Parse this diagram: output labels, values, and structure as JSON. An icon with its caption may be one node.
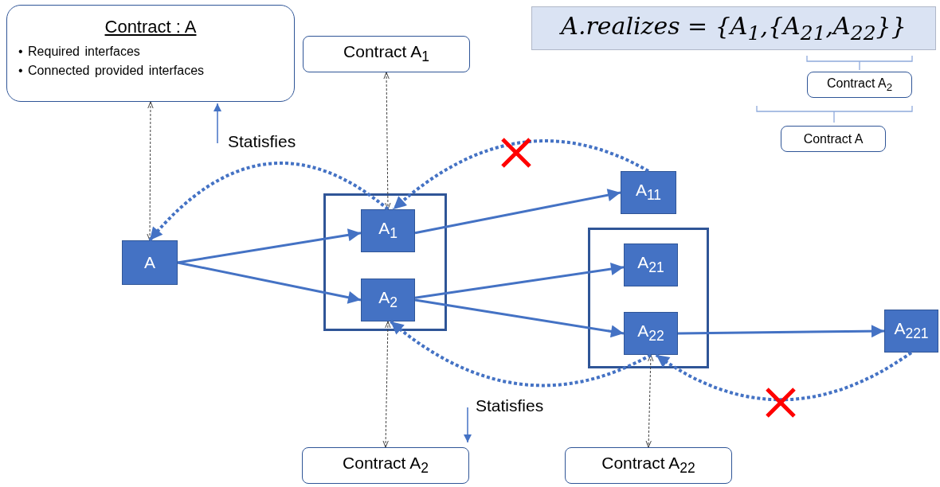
{
  "diagram": {
    "nodes": [
      {
        "text": [
          "Contract : A",
          "• Required interfaces",
          "• Connected provided interfaces"
        ]
      },
      {
        "text": [
          "Contract A$_{1}$"
        ]
      },
      {
        "text": [
          "A.realizes = {A$_{1}$,{A$_{21}$,A$_{22}$}}"
        ]
      },
      {
        "text": [
          "Contract A$_{2}$"
        ]
      },
      {
        "text": [
          "Contract A"
        ]
      },
      {
        "text": [
          "A"
        ]
      },
      {
        "text": [],
        "shape": "box"
      },
      {
        "text": [
          "A$_{1}$"
        ],
        "in": 6
      },
      {
        "text": [
          "A$_{2}$"
        ],
        "in": 6
      },
      {
        "text": [
          "A$_{11}$"
        ]
      },
      {
        "text": [],
        "shape": "box"
      },
      {
        "text": [
          "A$_{21}$"
        ],
        "in": 10
      },
      {
        "text": [
          "A$_{22}$"
        ],
        "in": 10
      },
      {
        "text": [
          "A$_{221}$"
        ]
      },
      {
        "text": [
          "Contract A$_{2}$"
        ]
      },
      {
        "text": [
          "Contract A$_{22}$"
        ]
      }
    ],
    "edges": [
      {
        "from": 5,
        "to": 7,
        "arrow": "to"
      },
      {
        "from": 5,
        "to": 8,
        "arrow": "to"
      },
      {
        "from": 7,
        "to": 9,
        "arrow": "to"
      },
      {
        "from": 8,
        "to": 11,
        "arrow": "to"
      },
      {
        "from": 8,
        "to": 12,
        "arrow": "to"
      },
      {
        "from": 12,
        "to": 13,
        "arrow": "to"
      },
      {
        "from": 0,
        "to": 5,
        "arrow": "both",
        "style": "dashed",
        "color": "#404040"
      },
      {
        "from": 1,
        "to": 7,
        "arrow": "both",
        "style": "dashed",
        "color": "#404040"
      },
      {
        "from": 8,
        "to": 14,
        "arrow": "both",
        "style": "dashed",
        "color": "#404040"
      },
      {
        "from": 12,
        "to": 15,
        "arrow": "both",
        "style": "dashed",
        "color": "#404040"
      },
      {
        "from": 7,
        "to": 5,
        "arrow": "to",
        "style": "dashed"
      },
      {
        "from": 9,
        "to": 7,
        "arrow": "to",
        "style": "dashed"
      },
      {
        "from": 12,
        "to": 8,
        "arrow": "to",
        "style": "dashed"
      },
      {
        "from": 13,
        "to": 12,
        "arrow": "to",
        "style": "dashed"
      }
    ],
    "labels": [
      "Statisfies",
      "Statisfies"
    ]
  }
}
